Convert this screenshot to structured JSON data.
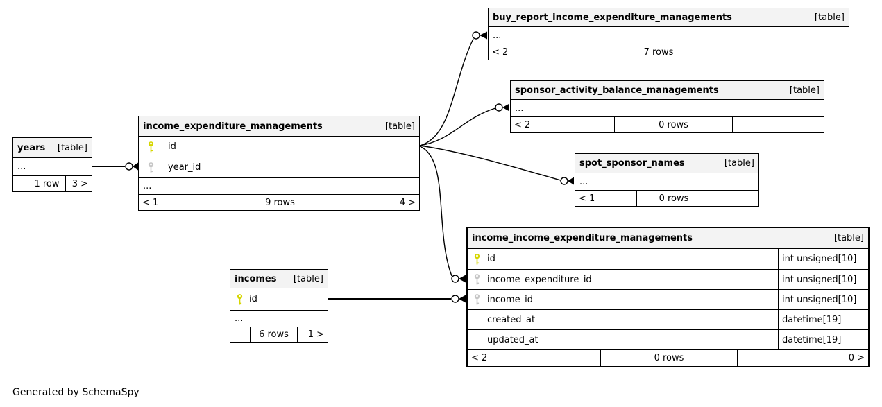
{
  "diagram": {
    "generated_note": "Generated by SchemaSpy",
    "colors": {
      "primary_key": "#d6d600",
      "foreign_key": "#c6c6c6",
      "header_bg": "#f3f3f3",
      "line": "#000000"
    },
    "tables": [
      {
        "id": "t-years",
        "name": "years",
        "badge": "[table]",
        "columns": [
          {
            "name": "...",
            "key": "none"
          }
        ],
        "footer": {
          "left": "",
          "center": "1 row",
          "right": "3 >"
        }
      },
      {
        "id": "t-iem",
        "name": "income_expenditure_managements",
        "badge": "[table]",
        "columns": [
          {
            "name": "id",
            "key": "primary"
          },
          {
            "name": "year_id",
            "key": "foreign"
          },
          {
            "name": "...",
            "key": "none"
          }
        ],
        "footer": {
          "left": "< 1",
          "center": "9 rows",
          "right": "4 >"
        }
      },
      {
        "id": "t-buy",
        "name": "buy_report_income_expenditure_managements",
        "badge": "[table]",
        "columns": [
          {
            "name": "...",
            "key": "none"
          }
        ],
        "footer": {
          "left": "< 2",
          "center": "7 rows",
          "right": ""
        }
      },
      {
        "id": "t-sab",
        "name": "sponsor_activity_balance_managements",
        "badge": "[table]",
        "columns": [
          {
            "name": "...",
            "key": "none"
          }
        ],
        "footer": {
          "left": "< 2",
          "center": "0 rows",
          "right": ""
        }
      },
      {
        "id": "t-ssn",
        "name": "spot_sponsor_names",
        "badge": "[table]",
        "columns": [
          {
            "name": "...",
            "key": "none"
          }
        ],
        "footer": {
          "left": "< 1",
          "center": "0 rows",
          "right": ""
        }
      },
      {
        "id": "t-iiem",
        "name": "income_income_expenditure_managements",
        "badge": "[table]",
        "columns": [
          {
            "name": "id",
            "key": "primary",
            "type": "int unsigned[10]"
          },
          {
            "name": "income_expenditure_id",
            "key": "foreign",
            "type": "int unsigned[10]"
          },
          {
            "name": "income_id",
            "key": "foreign",
            "type": "int unsigned[10]"
          },
          {
            "name": "created_at",
            "key": "none",
            "type": "datetime[19]"
          },
          {
            "name": "updated_at",
            "key": "none",
            "type": "datetime[19]"
          }
        ],
        "footer": {
          "left": "< 2",
          "center": "0 rows",
          "right": "0 >"
        }
      },
      {
        "id": "t-incomes",
        "name": "incomes",
        "badge": "[table]",
        "columns": [
          {
            "name": "id",
            "key": "primary"
          },
          {
            "name": "...",
            "key": "none"
          }
        ],
        "footer": {
          "left": "",
          "center": "6 rows",
          "right": "1 >"
        }
      }
    ],
    "relationships": [
      {
        "from": "years",
        "to": "income_expenditure_managements.year_id"
      },
      {
        "from": "income_expenditure_managements.id",
        "to": "buy_report_income_expenditure_managements"
      },
      {
        "from": "income_expenditure_managements.id",
        "to": "sponsor_activity_balance_managements"
      },
      {
        "from": "income_expenditure_managements.id",
        "to": "spot_sponsor_names"
      },
      {
        "from": "income_expenditure_managements.id",
        "to": "income_income_expenditure_managements.income_expenditure_id"
      },
      {
        "from": "incomes.id",
        "to": "income_income_expenditure_managements.income_id"
      }
    ]
  }
}
